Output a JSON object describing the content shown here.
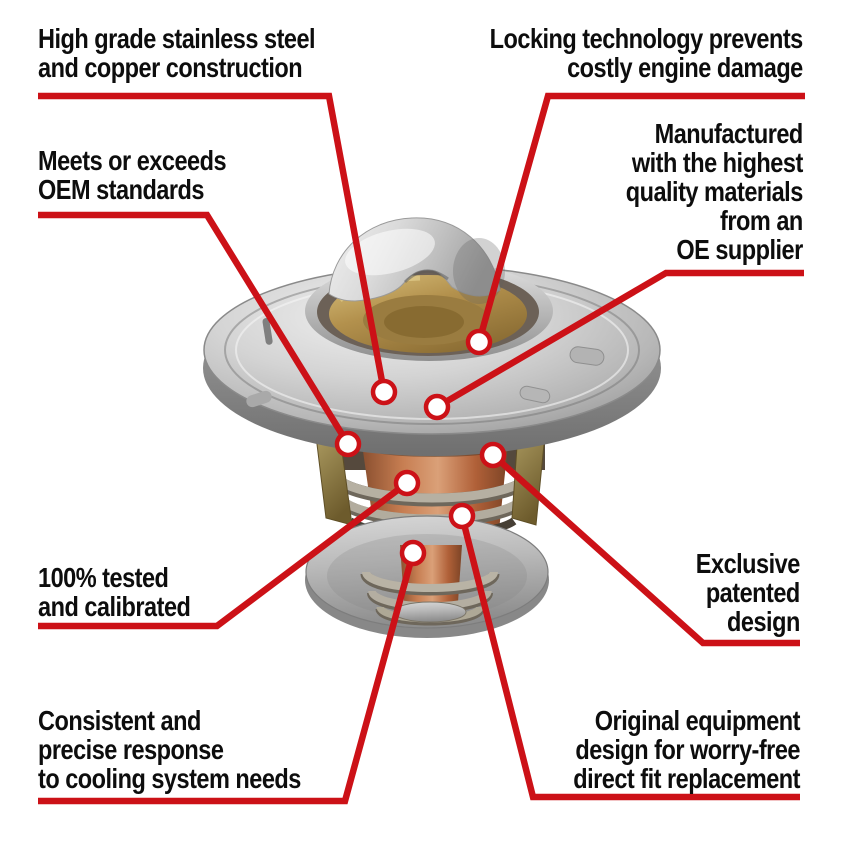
{
  "diagram": {
    "background_color": "#ffffff",
    "accent_color": "#cc1117",
    "text_color": "#0d0d0d",
    "product": "engine thermostat",
    "callouts": [
      {
        "id": "high-grade",
        "lines": [
          "High grade stainless steel",
          "and copper construction"
        ]
      },
      {
        "id": "locking",
        "lines": [
          "Locking technology prevents",
          "costly engine damage"
        ]
      },
      {
        "id": "meets-oem",
        "lines": [
          "Meets or exceeds",
          "OEM standards"
        ]
      },
      {
        "id": "manufactured",
        "lines": [
          "Manufactured",
          "with the highest",
          "quality materials",
          "from an",
          "OE supplier"
        ]
      },
      {
        "id": "tested",
        "lines": [
          "100% tested",
          "and calibrated"
        ]
      },
      {
        "id": "exclusive",
        "lines": [
          "Exclusive",
          "patented",
          "design"
        ]
      },
      {
        "id": "consistent",
        "lines": [
          "Consistent and",
          "precise response",
          "to cooling system needs"
        ]
      },
      {
        "id": "original-equipment",
        "lines": [
          "Original equipment",
          "design for worry-free",
          "direct fit replacement"
        ]
      }
    ]
  }
}
